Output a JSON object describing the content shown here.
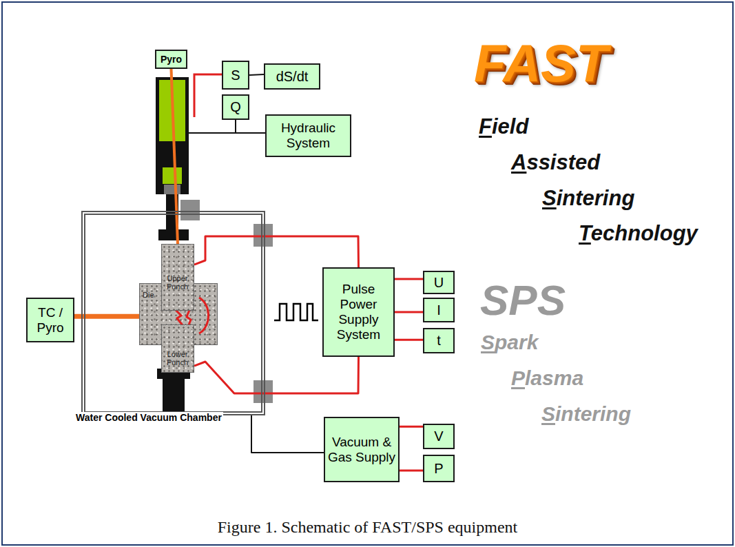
{
  "diagram": {
    "caption": "Figure 1. Schematic of FAST/SPS equipment",
    "nodes": [
      {
        "text": [
          "Pyro"
        ]
      },
      {
        "text": [
          "S"
        ]
      },
      {
        "text": [
          "dS/dt"
        ]
      },
      {
        "text": [
          "Q"
        ]
      },
      {
        "text": [
          "Hydraulic System"
        ]
      },
      {
        "text": [
          "Water Cooled Vacuum Chamber"
        ]
      },
      {
        "text": [
          "Upper Punch"
        ],
        "in": 5
      },
      {
        "text": [
          "Die"
        ],
        "in": 5
      },
      {
        "text": [
          "Lower Punch"
        ],
        "in": 5
      },
      {
        "text": [
          "TC / Pyro"
        ]
      },
      {
        "text": [
          "Pulse Power Supply System"
        ]
      },
      {
        "text": [
          "U"
        ]
      },
      {
        "text": [
          "I"
        ]
      },
      {
        "text": [
          "t"
        ]
      },
      {
        "text": [
          "Vacuum & Gas Supply"
        ]
      },
      {
        "text": [
          "V"
        ]
      },
      {
        "text": [
          "P"
        ]
      }
    ],
    "edges": [
      {
        "from": 0,
        "to": 6,
        "arrow": "none"
      },
      {
        "from": 1,
        "to": 2,
        "arrow": "none"
      },
      {
        "from": 3,
        "to": 4,
        "arrow": "none"
      },
      {
        "from": 10,
        "to": 6,
        "arrow": "none"
      },
      {
        "from": 10,
        "to": 8,
        "arrow": "none"
      },
      {
        "from": 10,
        "to": 11,
        "arrow": "none"
      },
      {
        "from": 10,
        "to": 12,
        "arrow": "none"
      },
      {
        "from": 10,
        "to": 13,
        "arrow": "none"
      },
      {
        "from": 9,
        "to": 7,
        "arrow": "none"
      },
      {
        "from": 5,
        "to": 14,
        "arrow": "none"
      },
      {
        "from": 14,
        "to": 15,
        "arrow": "none"
      },
      {
        "from": 14,
        "to": 16,
        "arrow": "none"
      }
    ],
    "labels": [
      "FAST",
      "Field",
      "Assisted",
      "Sintering",
      "Technology",
      "SPS",
      "Spark",
      "Plasma",
      "Sintering"
    ]
  }
}
